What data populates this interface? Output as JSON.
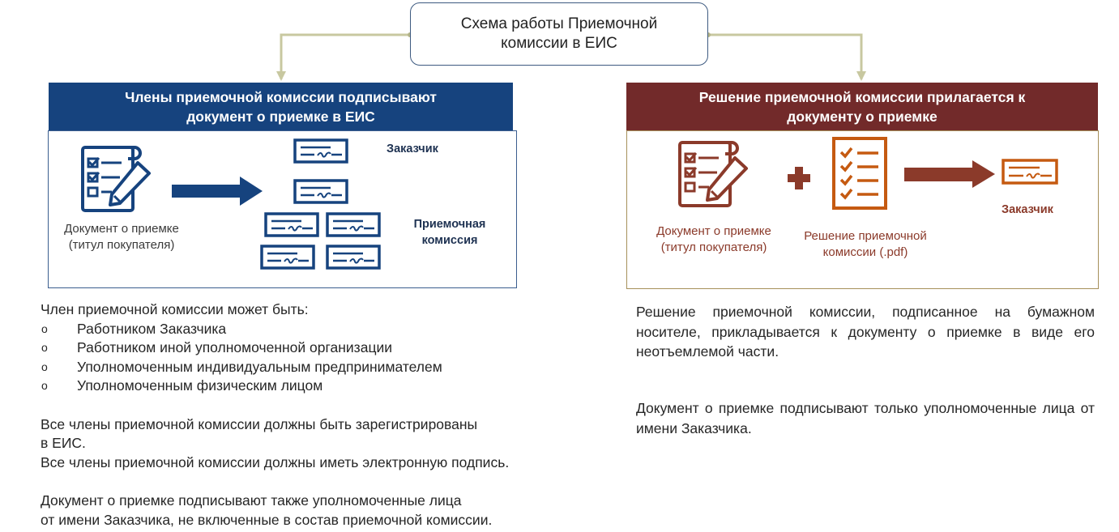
{
  "top": {
    "title": "Схема работы Приемочной комиссии в ЕИС"
  },
  "left": {
    "header": "Члены приемочной комиссии подписывают документ о приемке в ЕИС",
    "doc_caption": "Документ о приемке (титул покупателя)",
    "customer_label": "Заказчик",
    "commission_label": "Приемочная комиссия"
  },
  "right": {
    "header": "Решение приемочной комиссии прилагается к документу о приемке",
    "doc_caption": "Документ о приемке (титул покупателя)",
    "decision_caption": "Решение приемочной комиссии (.pdf)",
    "customer_label": "Заказчик"
  },
  "left_text": {
    "intro": "Член приемочной комиссии может быть:",
    "bullet_marker": "o",
    "bullets": [
      "Работником Заказчика",
      "Работником иной уполномоченной организации",
      "Уполномоченным индивидуальным предпринимателем",
      "Уполномоченным физическим лицом"
    ],
    "para1_line1": "Все члены приемочной комиссии должны быть зарегистрированы",
    "para1_line2": "в ЕИС.",
    "para1_line3": "Все члены приемочной комиссии должны иметь электронную подпись.",
    "para2_line1": "Документ о приемке подписывают также уполномоченные лица",
    "para2_line2": "от имени Заказчика, не включенные в состав приемочной комиссии."
  },
  "right_text": {
    "para1": "Решение приемочной комиссии, подписанное на бумажном носителе, прикладывается к документу о приемке в виде его неотъемлемой части.",
    "para2": "Документ о приемке подписывают только уполномоченные лица от имени Заказчика."
  },
  "colors": {
    "blue": "#16437e",
    "maroon": "#722a2a",
    "orange": "#c55a11",
    "connector": "#c8c8a0"
  }
}
